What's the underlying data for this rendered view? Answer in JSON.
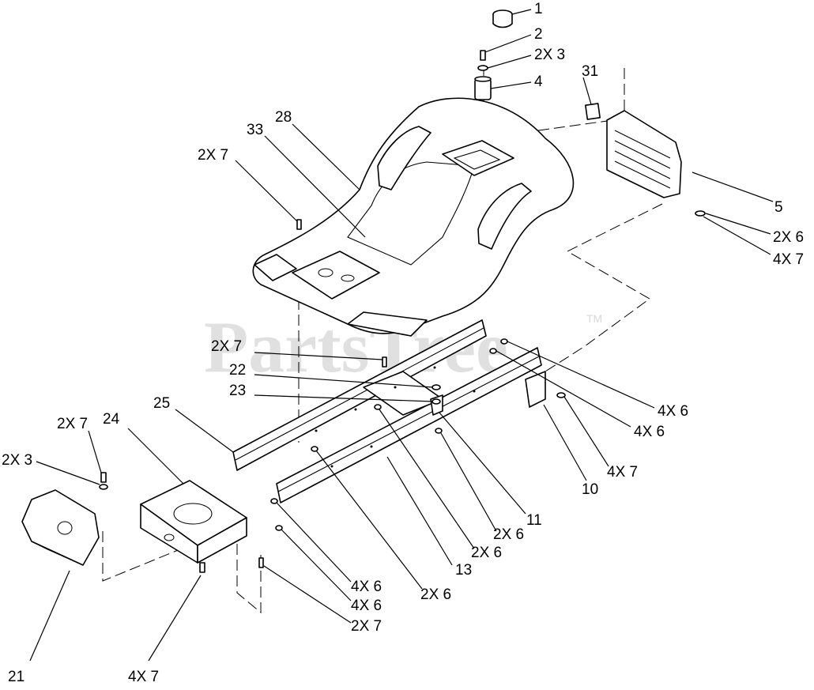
{
  "diagram": {
    "callouts": [
      {
        "id": "c1",
        "text": "1"
      },
      {
        "id": "c2",
        "text": "2"
      },
      {
        "id": "c3",
        "text": "2X 3"
      },
      {
        "id": "c4",
        "text": "4"
      },
      {
        "id": "c5",
        "text": "31"
      },
      {
        "id": "c6",
        "text": "28"
      },
      {
        "id": "c7",
        "text": "33"
      },
      {
        "id": "c8",
        "text": "2X 7"
      },
      {
        "id": "c9",
        "text": "5"
      },
      {
        "id": "c10",
        "text": "2X 6"
      },
      {
        "id": "c11",
        "text": "4X 7"
      },
      {
        "id": "c12",
        "text": "2X 7"
      },
      {
        "id": "c13",
        "text": "22"
      },
      {
        "id": "c14",
        "text": "23"
      },
      {
        "id": "c15",
        "text": "25"
      },
      {
        "id": "c16",
        "text": "4X 6"
      },
      {
        "id": "c17",
        "text": "4X 6"
      },
      {
        "id": "c18",
        "text": "4X 7"
      },
      {
        "id": "c19",
        "text": "10"
      },
      {
        "id": "c20",
        "text": "11"
      },
      {
        "id": "c21",
        "text": "2X 6"
      },
      {
        "id": "c22",
        "text": "2X 6"
      },
      {
        "id": "c23",
        "text": "13"
      },
      {
        "id": "c24",
        "text": "2X 6"
      },
      {
        "id": "c25",
        "text": "2X 7"
      },
      {
        "id": "c26",
        "text": "24"
      },
      {
        "id": "c27",
        "text": "2X 3"
      },
      {
        "id": "c28",
        "text": "4X 6"
      },
      {
        "id": "c29",
        "text": "4X 6"
      },
      {
        "id": "c30",
        "text": "2X 7"
      },
      {
        "id": "c31",
        "text": "21"
      },
      {
        "id": "c32",
        "text": "4X 7"
      }
    ],
    "watermark": {
      "text": "PartsTree",
      "tm": "TM"
    }
  }
}
